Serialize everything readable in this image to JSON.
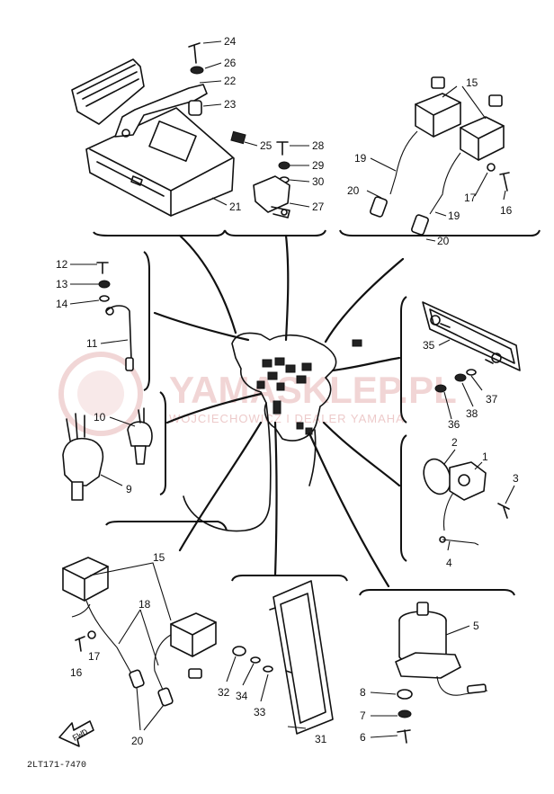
{
  "diagram": {
    "callouts": {
      "c1": "1",
      "c2": "2",
      "c3": "3",
      "c4": "4",
      "c5": "5",
      "c6": "6",
      "c7": "7",
      "c8": "8",
      "c9": "9",
      "c10": "10",
      "c11": "11",
      "c12": "12",
      "c13": "13",
      "c14": "14",
      "c15a": "15",
      "c15b": "15",
      "c16a": "16",
      "c16b": "16",
      "c17a": "17",
      "c17b": "17",
      "c18": "18",
      "c19a": "19",
      "c19b": "19",
      "c20a": "20",
      "c20b": "20",
      "c20c": "20",
      "c21": "21",
      "c22": "22",
      "c23": "23",
      "c24": "24",
      "c25": "25",
      "c26": "26",
      "c27": "27",
      "c28": "28",
      "c29": "29",
      "c30": "30",
      "c31": "31",
      "c32": "32",
      "c33": "33",
      "c34": "34",
      "c35": "35",
      "c36": "36",
      "c37": "37",
      "c38": "38"
    },
    "fwd_label": "FWD",
    "diagram_code": "2LT171-7470"
  },
  "watermark": {
    "brand": "YAMASKLEP.PL",
    "subtitle": "WOJCIECHOWICZ I DEALER YAMAHA",
    "color": "#e6b4b4"
  }
}
